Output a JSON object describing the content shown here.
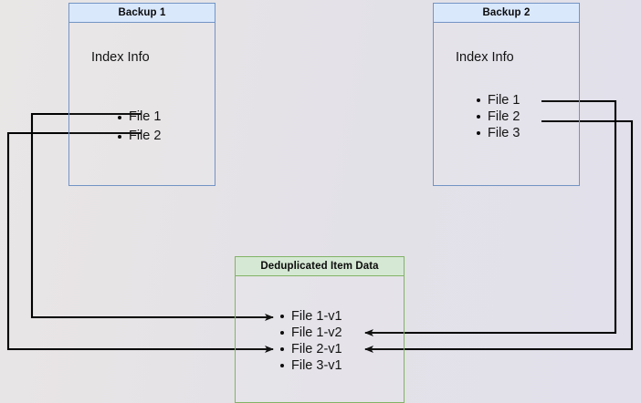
{
  "diagram": {
    "title": "Backup deduplication diagram",
    "background_color": "#e4e1e8",
    "edge_color": "#000000"
  },
  "nodes": {
    "backup1": {
      "header": "Backup 1",
      "section_label": "Index Info",
      "header_fill": "#dae8fc",
      "border_color": "#7294c4",
      "items": [
        {
          "label": "File 1"
        },
        {
          "label": "File 2"
        }
      ]
    },
    "backup2": {
      "header": "Backup 2",
      "section_label": "Index Info",
      "header_fill": "#dae8fc",
      "border_color": "#7294c4",
      "items": [
        {
          "label": "File 1"
        },
        {
          "label": "File 2"
        },
        {
          "label": "File 3"
        }
      ]
    },
    "dedup": {
      "header": "Deduplicated Item Data",
      "header_fill": "#d5e8d4",
      "border_color": "#82b366",
      "items": [
        {
          "label": "File 1-v1"
        },
        {
          "label": "File 1-v2"
        },
        {
          "label": "File 2-v1"
        },
        {
          "label": "File 3-v1"
        }
      ]
    }
  },
  "edges": [
    {
      "name": "backup1-file1-to-file1v1",
      "from": "backup1.items.0",
      "to": "dedup.items.0",
      "side": "left"
    },
    {
      "name": "backup1-file2-to-file2v1",
      "from": "backup1.items.1",
      "to": "dedup.items.2",
      "side": "left"
    },
    {
      "name": "backup2-file1-to-file1v2",
      "from": "backup2.items.0",
      "to": "dedup.items.1",
      "side": "right"
    },
    {
      "name": "backup2-file2-to-file2v1",
      "from": "backup2.items.1",
      "to": "dedup.items.2",
      "side": "right"
    }
  ]
}
